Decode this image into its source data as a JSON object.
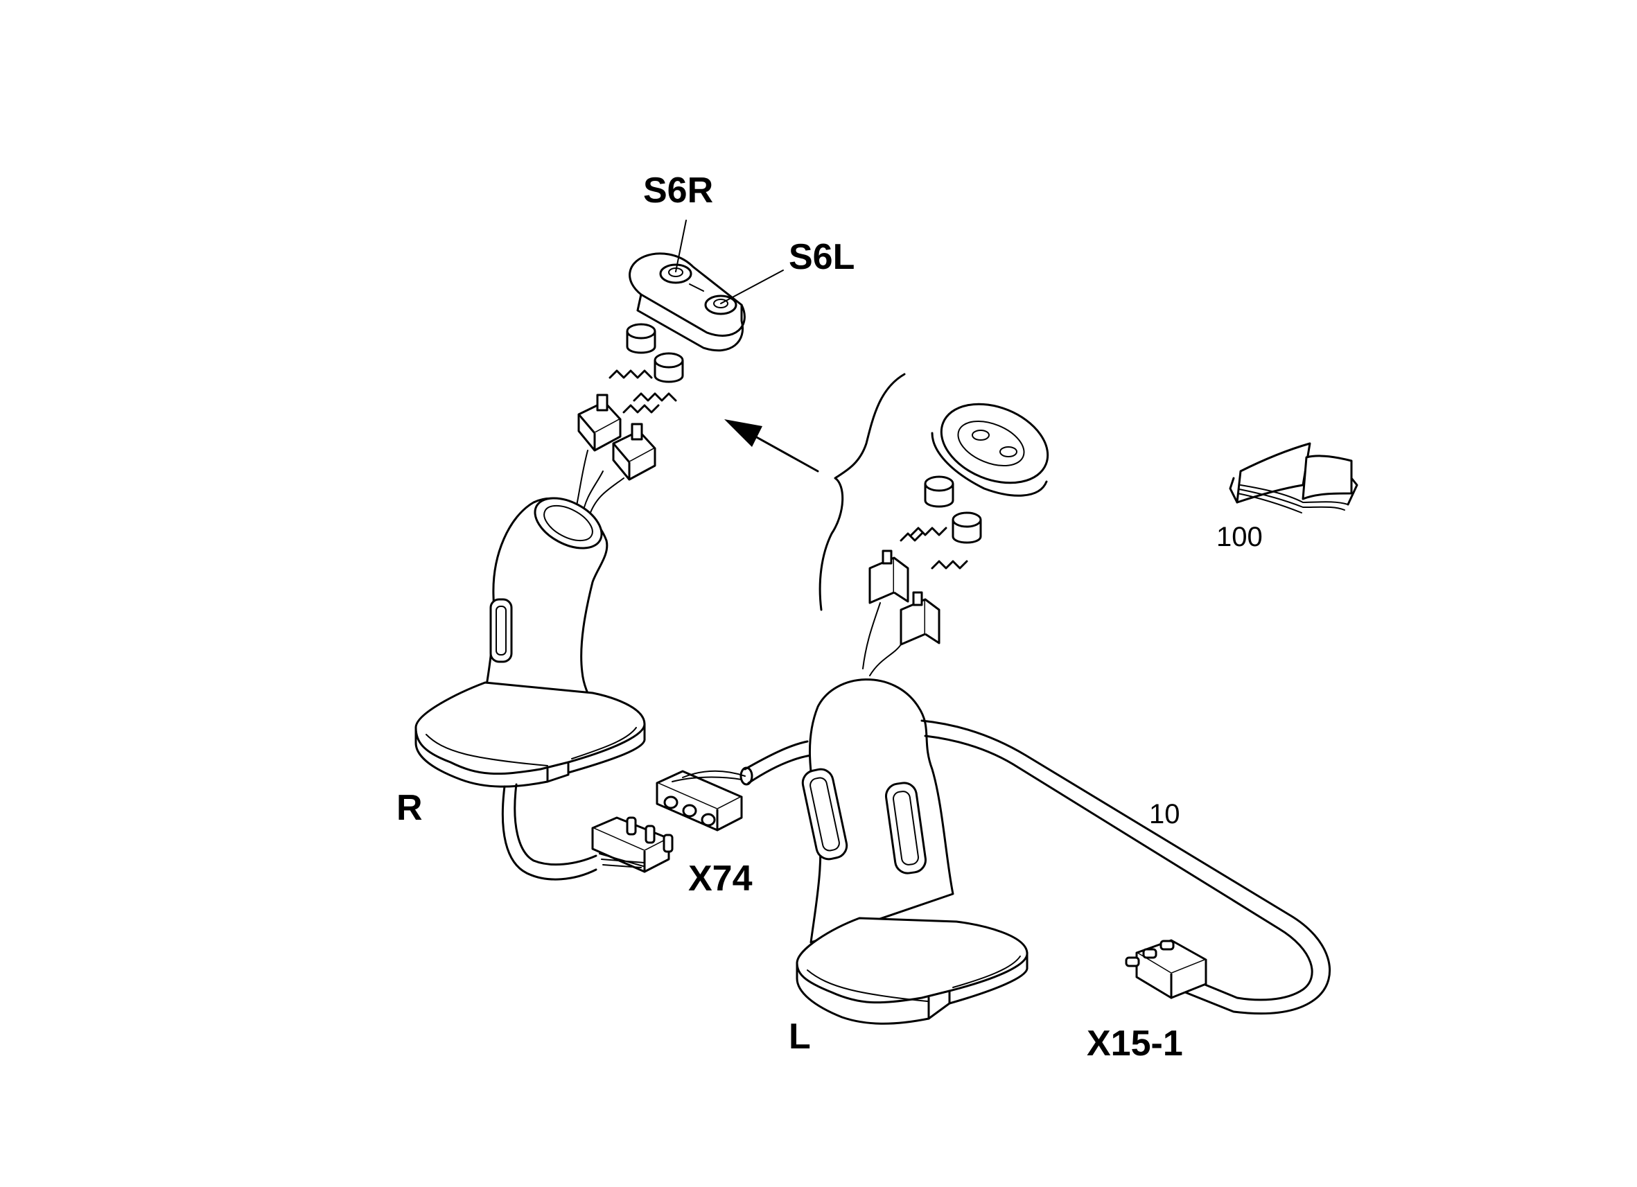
{
  "labels": {
    "s6r": "S6R",
    "s6l": "S6L",
    "r": "R",
    "l": "L",
    "x74": "X74",
    "x15_1": "X15-1",
    "wire_10": "10",
    "manual_100": "100"
  },
  "colors": {
    "line": "#000000",
    "background": "#ffffff"
  }
}
